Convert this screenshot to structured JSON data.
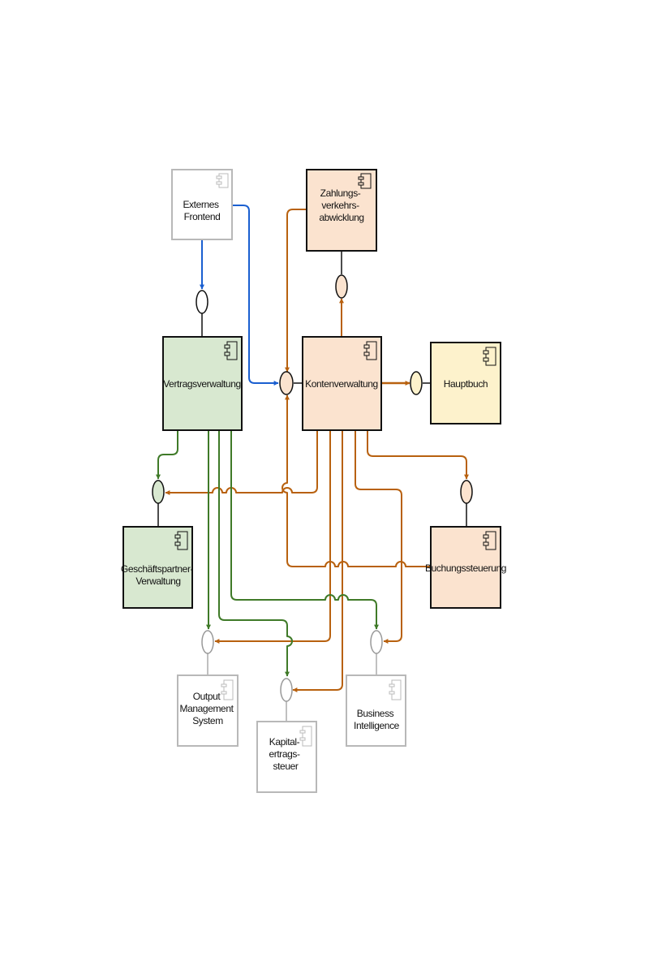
{
  "colors": {
    "green_fill": "#d8e8d0",
    "peach_fill": "#fbe3cf",
    "yellow_fill": "#fdf2cc",
    "white_fill": "#ffffff",
    "green_line": "#3f7a28",
    "orange_line": "#b8610f",
    "blue_line": "#1a5fd0",
    "gray_border": "#b8b8b8",
    "dark_border": "#111111"
  },
  "components": {
    "externes_frontend": [
      "Externes",
      "Frontend"
    ],
    "zahlungsverkehr": [
      "Zahlungs-",
      "verkehrs-",
      "abwicklung"
    ],
    "vertragsverwaltung": [
      "Vertragsverwaltung"
    ],
    "kontenverwaltung": [
      "Kontenverwaltung"
    ],
    "hauptbuch": [
      "Hauptbuch"
    ],
    "geschaeftspartner": [
      "Geschäftspartner-",
      "Verwaltung"
    ],
    "buchungssteuerung": [
      "Buchungssteuerung"
    ],
    "output_management": [
      "Output",
      "Management",
      "System"
    ],
    "kapitalertragssteuer": [
      "Kapital-",
      "ertrags-",
      "steuer"
    ],
    "business_intelligence": [
      "Business",
      "Intelligence"
    ]
  }
}
